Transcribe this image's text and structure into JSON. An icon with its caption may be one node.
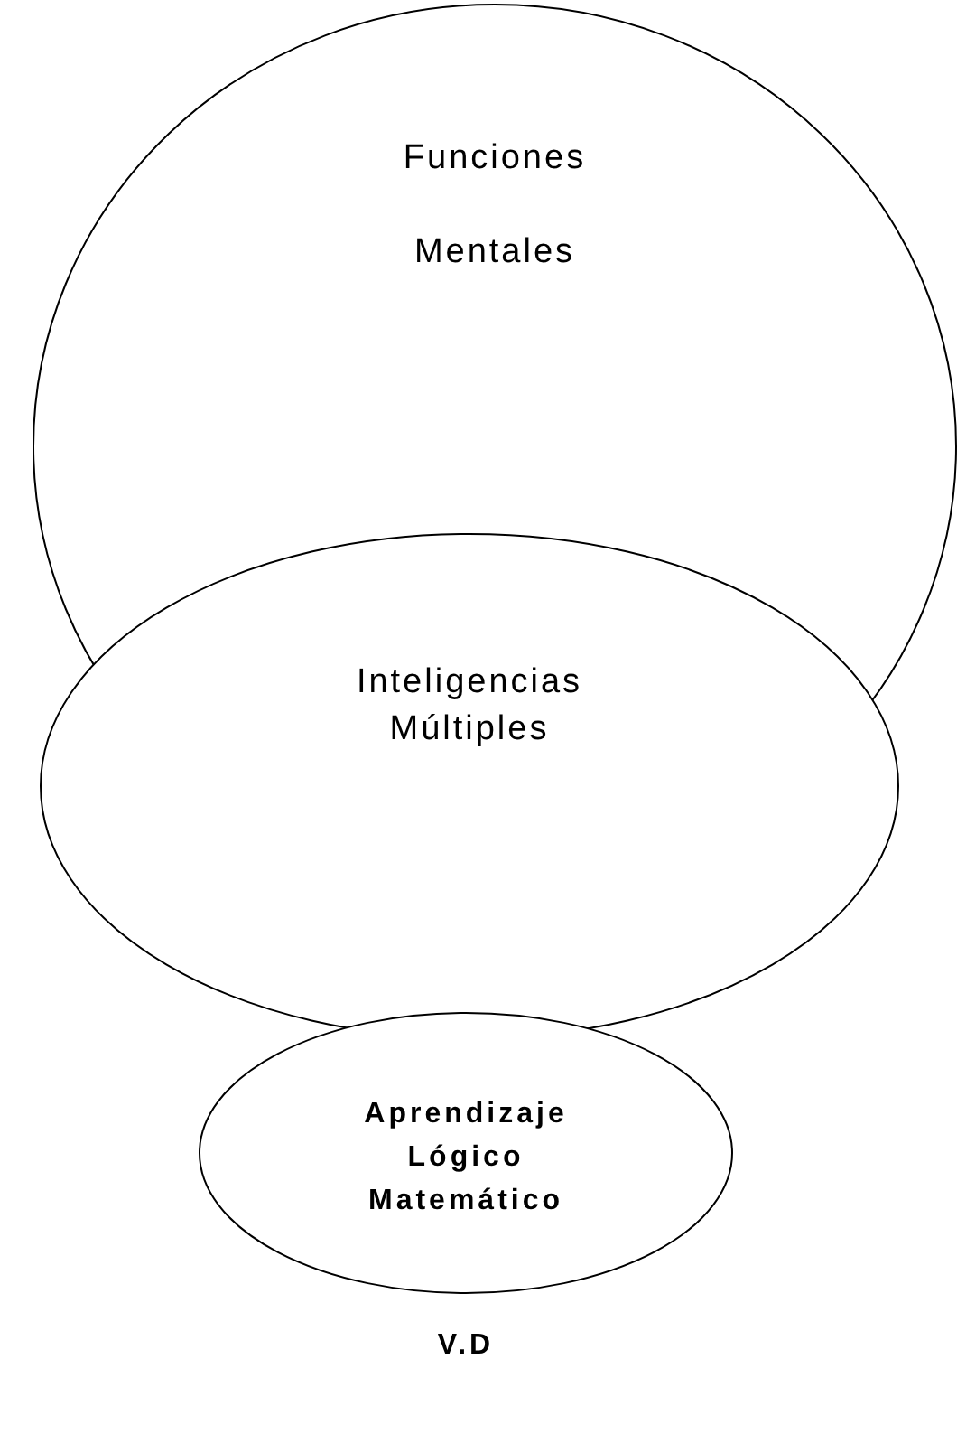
{
  "diagram": {
    "nodes": [
      {
        "text": [
          "Funciones Mentales"
        ]
      },
      {
        "text": [
          "Inteligencias Múltiples"
        ]
      },
      {
        "text": [
          "Aprendizaje Lógico Matemático"
        ],
        "beside": [
          "V.D"
        ]
      }
    ]
  }
}
